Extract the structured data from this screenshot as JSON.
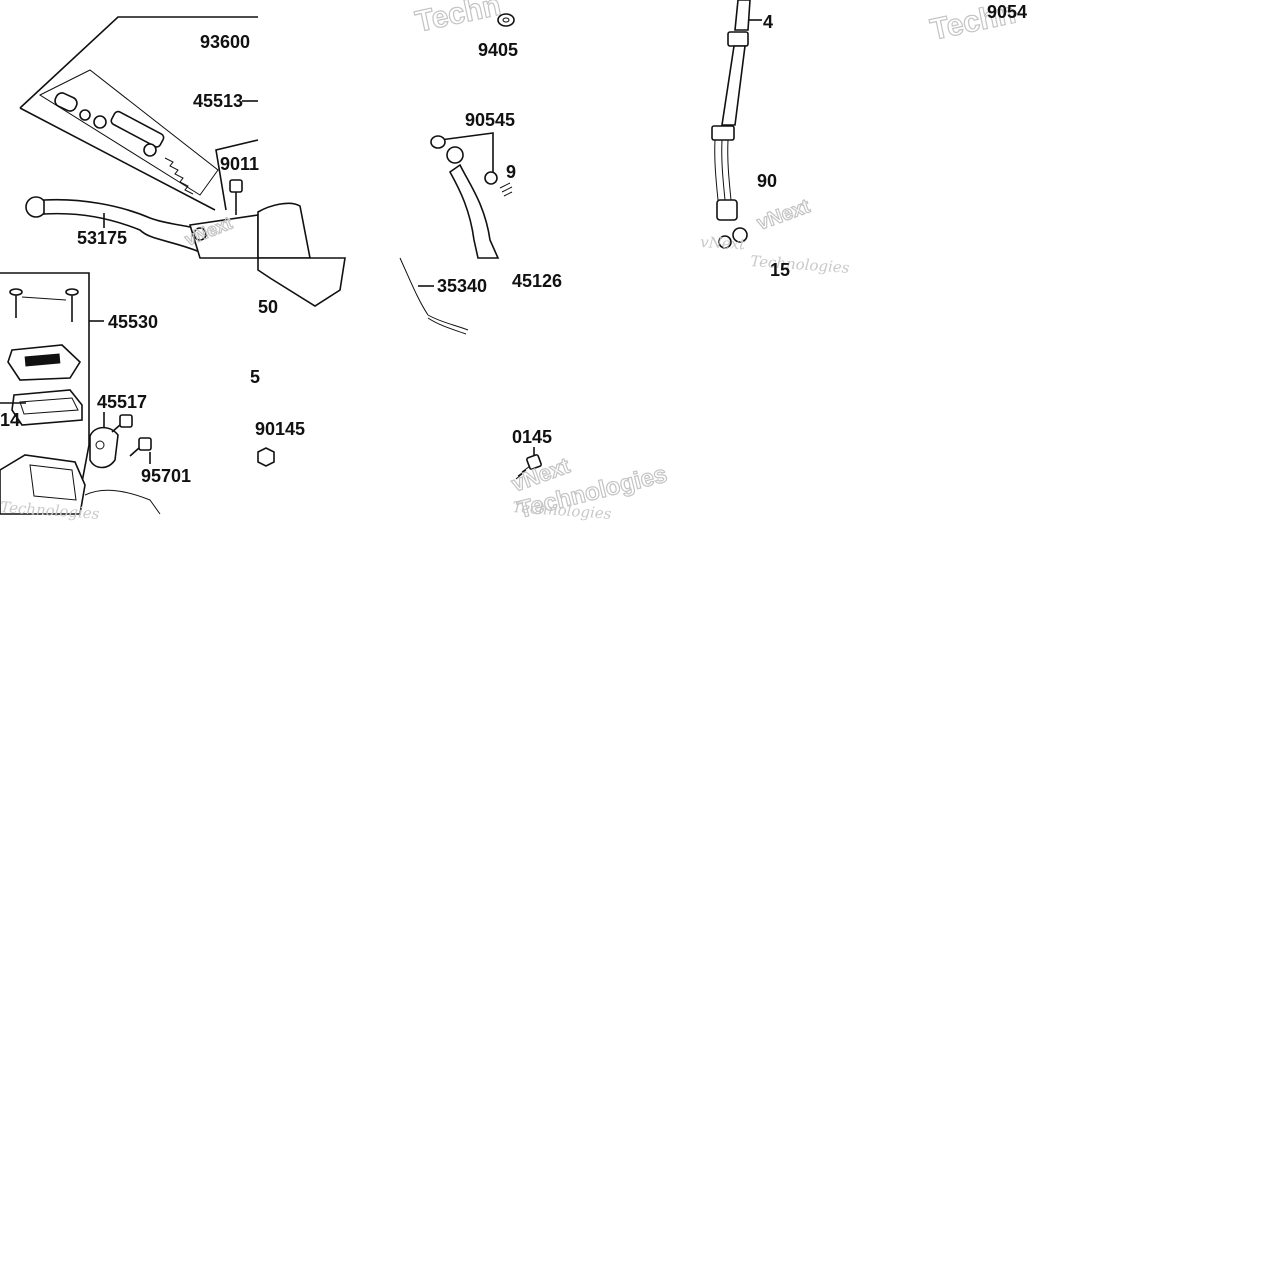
{
  "labels": {
    "p93600": "93600",
    "p45513": "45513",
    "p53175": "53175",
    "p9011": "9011",
    "p9405": "9405",
    "p90545": "90545",
    "p9": "9",
    "p9054": "9054",
    "p4": "4",
    "p90": "90",
    "p45530": "45530",
    "p45517": "45517",
    "p95701": "95701",
    "p14": "14",
    "p50": "50",
    "p5": "5",
    "p90145a": "90145",
    "p35340": "35340",
    "p45126": "45126",
    "p0145": "0145",
    "p15": "15"
  },
  "watermarks": {
    "vnext": "vNext",
    "technologies": "Technologies",
    "tech_fragment": "Techn"
  },
  "colors": {
    "line": "#111111",
    "watermark": "#c8c8c8",
    "background": "#ffffff"
  }
}
